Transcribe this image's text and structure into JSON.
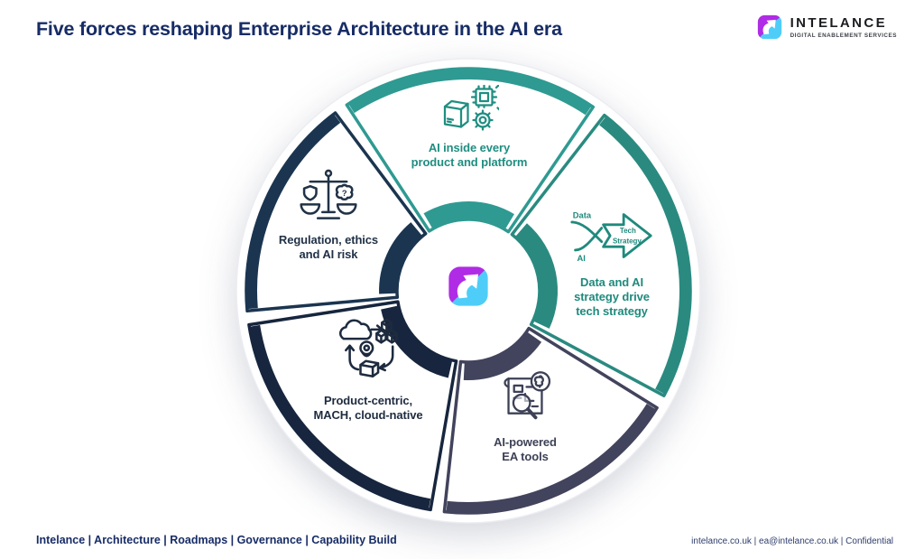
{
  "header": {
    "title": "Five forces reshaping Enterprise Architecture in the AI era",
    "brand": {
      "name": "INTELANCE",
      "tagline": "DIGITAL ENABLEMENT SERVICES",
      "logo_colors": {
        "purple": "#b02be5",
        "cyan": "#4fcdf9",
        "arrow": "#ffffff"
      }
    }
  },
  "wheel": {
    "disc_border": "#ecedf2",
    "center_icon": "intelance-logo",
    "segments": [
      {
        "id": "ai-inside-products",
        "label": "AI inside every\nproduct and platform",
        "color": "#2f9a92",
        "ink": "#1f8e81",
        "icon": "package-chip-gear-icon"
      },
      {
        "id": "data-ai-strategy",
        "label": "Data and AI\nstrategy drive\ntech strategy",
        "color": "#2a8a80",
        "ink": "#1f8a7d",
        "icon": "merge-arrow-icon",
        "icon_text": {
          "in1": "Data",
          "in2": "AI",
          "out1": "Tech",
          "out2": "Strategy"
        }
      },
      {
        "id": "ai-powered-ea-tools",
        "label": "AI-powered\nEA tools",
        "color": "#42435c",
        "ink": "#3d4156",
        "icon": "blueprint-magnifier-brain-icon"
      },
      {
        "id": "product-centric-mach",
        "label": "Product-centric,\nMACH, cloud-native",
        "color": "#17263e",
        "ink": "#1e2b3f",
        "icon": "cloud-cubes-pin-box-icon"
      },
      {
        "id": "regulation-ethics-risk",
        "label": "Regulation, ethics\nand AI risk",
        "color": "#1b3550",
        "ink": "#213247",
        "icon": "scale-shield-brain-icon",
        "icon_text": {
          "question": "?"
        }
      }
    ]
  },
  "footer": {
    "left": "Intelance | Architecture | Roadmaps | Governance | Capability Build",
    "right": "intelance.co.uk | ea@intelance.co.uk | Confidential"
  }
}
